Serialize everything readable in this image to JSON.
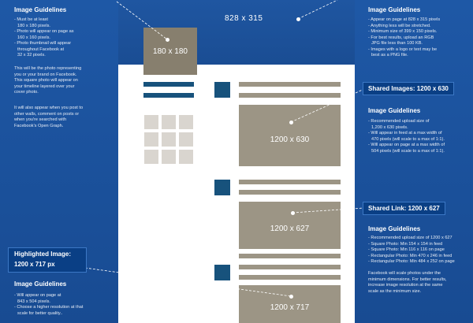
{
  "cover_photo": {
    "label": "828 x 315"
  },
  "profile_photo": {
    "label": "180 x 180"
  },
  "shared_image": {
    "label": "1200 x 630"
  },
  "shared_link": {
    "label": "1200 x 627"
  },
  "highlighted_image": {
    "label": "1200 x 717"
  },
  "left_panel": {
    "profile_section": {
      "heading": "Image Guidelines",
      "items": [
        "- Must be at least",
        "  180 x 180 pixels.",
        "- Photo will appear on page as",
        "  160 x 160 pixels.",
        "- Photo thumbnail will appear",
        "  throughout Facebook at",
        "  32 x 32 pixels."
      ],
      "paragraph1": [
        "This will be the photo representing",
        "you or your brand on Facebook.",
        "This square photo will appear on",
        "your timeline layered over your",
        "cover photo."
      ],
      "paragraph2": [
        "It will also appear when you post to",
        "other walls, comment on posts or",
        "when you're searched with",
        "Facebook's Open Graph."
      ]
    },
    "highlighted_callout": {
      "line1": "Highlighted Image:",
      "line2": "1200 x 717 px"
    },
    "highlighted_section": {
      "heading": "Image Guidelines",
      "items": [
        "- Will appear on page at",
        "  843 x 504 pixels.",
        "- Choose a higher resolution at that",
        "  scale for better quality.."
      ]
    }
  },
  "right_panel": {
    "cover_section": {
      "heading": "Image Guidelines",
      "items": [
        "- Appear on page at 828 x 315 pixels",
        "- Anything less will be stretched.",
        "- Minimum size of 399 x 150 pixels.",
        "- For best results, upload an RGB",
        "  JPG file less than 100 KB.",
        "- Images with a logo or text may be",
        "  best as a PNG file."
      ]
    },
    "shared_images_callout": "Shared Images: 1200 x 630",
    "shared_images_section": {
      "heading": "Image Guidelines",
      "items": [
        "- Recommended upload size of",
        "  1,200 x 630 pixels.",
        "- Will appear in feed at a max width of",
        "  470 pixels (will scale to a max of 1:1).",
        "- Will appear on page at a max width of",
        "  504 pixels (will scale to a max of 1:1)."
      ]
    },
    "shared_link_callout": "Shared Link: 1200 x 627",
    "shared_link_section": {
      "heading": "Image Guidelines",
      "items": [
        "- Recommended upload size of 1200 x 627",
        "- Square Photo: Min 154 x 154 in feed",
        "- Square Photo: Min 116 x 116 on page",
        "- Rectangular Photo: Min 470 x 246 in feed",
        "- Rectangular Photo: Min 484 x 252 on page"
      ],
      "paragraph": [
        "Facebook will scale photos under the",
        "minimum dimensions. For better results,",
        "increase image resolution at the same",
        "scale as the minimum size."
      ]
    }
  },
  "colors": {
    "background_blue": "#1d4f98",
    "placeholder_gray": "#9c9585",
    "thumbnail_navy": "#17527c",
    "callout_blue": "#0a3f85"
  }
}
